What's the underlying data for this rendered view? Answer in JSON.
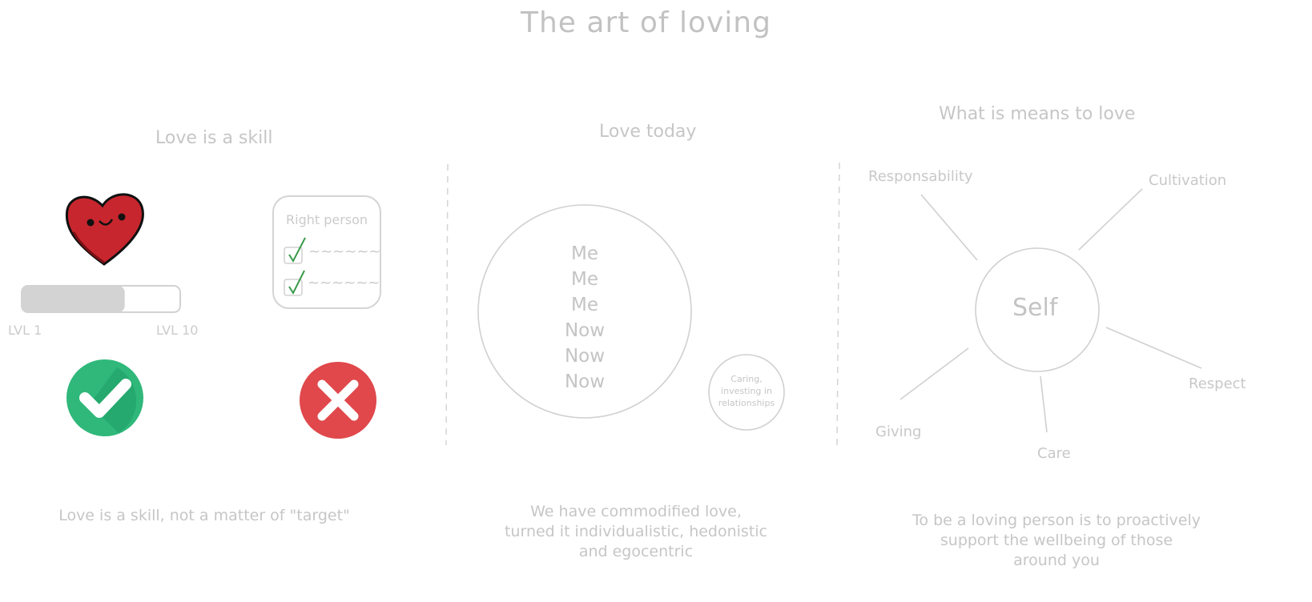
{
  "title": "The art of loving",
  "skill": {
    "heading": "Love is a skill",
    "level_min": "LVL 1",
    "level_max": "LVL 10",
    "progress": 0.65,
    "card_title": "Right person",
    "card_item": "~~~~~~",
    "caption": "Love is a skill, not a matter of \"target\""
  },
  "today": {
    "heading": "Love today",
    "circle_words": [
      "Me",
      "Me",
      "Me",
      "Now",
      "Now",
      "Now"
    ],
    "small_circle_lines": [
      "Caring,",
      "investing in",
      "relationships"
    ],
    "caption_lines": [
      "We have commodified love,",
      "turned it individualistic, hedonistic",
      "and egocentric"
    ]
  },
  "meaning": {
    "heading": "What is means to love",
    "center": "Self",
    "rays": [
      "Responsability",
      "Cultivation",
      "Respect",
      "Care",
      "Giving"
    ],
    "caption_lines": [
      "To be a loving person is to proactively",
      "support the wellbeing of those",
      "around you"
    ]
  },
  "colors": {
    "heart": "#c8262e",
    "check_bg": "#2fb87a",
    "cross_bg": "#e0484c",
    "sketch": "#d0d0d0",
    "tick": "#3a9a4a"
  }
}
